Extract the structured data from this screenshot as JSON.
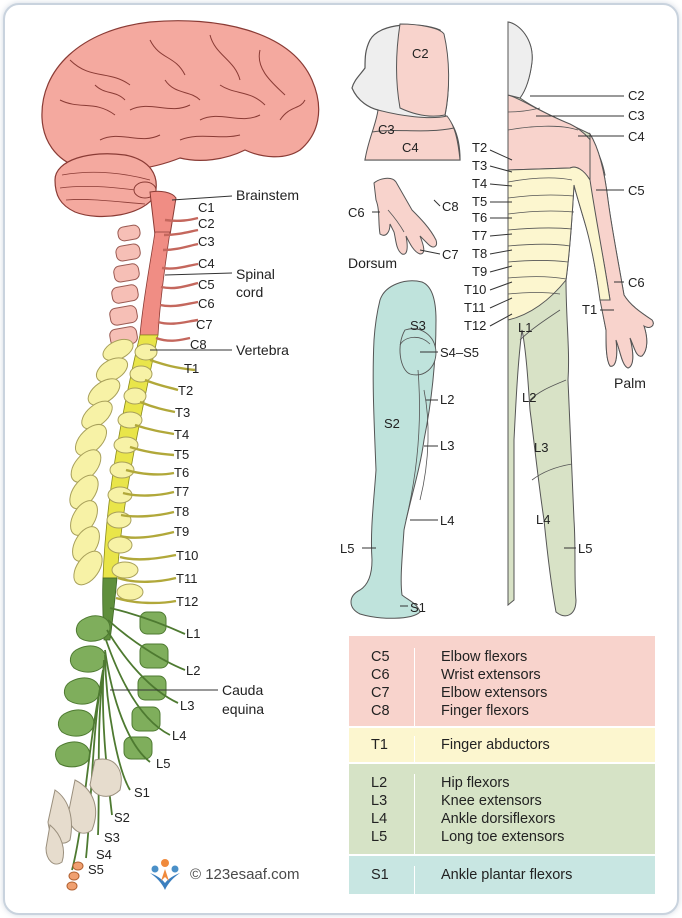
{
  "labels": {
    "brainstem": "Brainstem",
    "spinal_cord": [
      "Spinal",
      "cord"
    ],
    "vertebra": "Vertebra",
    "cauda_equina": [
      "Cauda",
      "equina"
    ],
    "dorsum": "Dorsum",
    "palm": "Palm"
  },
  "spine_levels": {
    "cervical": [
      "C1",
      "C2",
      "C3",
      "C4",
      "C5",
      "C6",
      "C7",
      "C8"
    ],
    "thoracic": [
      "T1",
      "T2",
      "T3",
      "T4",
      "T5",
      "T6",
      "T7",
      "T8",
      "T9",
      "T10",
      "T11",
      "T12"
    ],
    "lumbar": [
      "L1",
      "L2",
      "L3",
      "L4",
      "L5"
    ],
    "sacral": [
      "S1",
      "S2",
      "S3",
      "S4",
      "S5"
    ]
  },
  "head_labels": [
    "C2",
    "C3",
    "C4"
  ],
  "hand_labels": [
    "C6",
    "C8",
    "C7"
  ],
  "body_left_labels": [
    "T2",
    "T3",
    "T4",
    "T5",
    "T6",
    "T7",
    "T8",
    "T9",
    "T10",
    "T11",
    "T12"
  ],
  "body_right_labels": [
    "C2",
    "C3",
    "C4",
    "C5",
    "C6",
    "T1"
  ],
  "body_front_labels": [
    "L1",
    "L2",
    "L3",
    "L4",
    "L5"
  ],
  "leg_labels": [
    "S3",
    "S4–S5",
    "L2",
    "S2",
    "L3",
    "L4",
    "L5",
    "S1"
  ],
  "table": [
    {
      "codes": [
        "C5",
        "C6",
        "C7",
        "C8"
      ],
      "functions": [
        "Elbow flexors",
        "Wrist extensors",
        "Elbow extensors",
        "Finger flexors"
      ],
      "color": "#f8d3cc"
    },
    {
      "codes": [
        "T1"
      ],
      "functions": [
        "Finger abductors"
      ],
      "color": "#fcf6cf"
    },
    {
      "codes": [
        "L2",
        "L3",
        "L4",
        "L5"
      ],
      "functions": [
        "Hip flexors",
        "Knee extensors",
        "Ankle dorsiflexors",
        "Long toe extensors"
      ],
      "color": "#d6e3c6"
    },
    {
      "codes": [
        "S1"
      ],
      "functions": [
        "Ankle plantar flexors"
      ],
      "color": "#c8e6e2"
    }
  ],
  "colors": {
    "brain": "#f4a99f",
    "cervical": "#f6bfb6",
    "thoracic": "#f7f2a6",
    "lumbar": "#7fae5c",
    "sacral": "#e6dccd",
    "cord_cervical": "#f08d84",
    "cord_thoracic": "#e9e54a",
    "leg": "#bfe3dc",
    "body_legs": "#d8e2c6"
  },
  "watermark": "© 123esaaf.com"
}
